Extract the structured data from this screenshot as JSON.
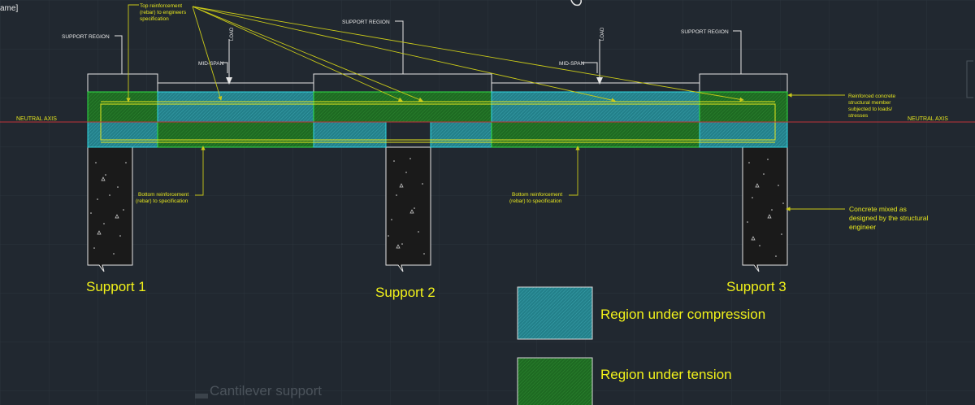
{
  "window_label": "ame]",
  "colors": {
    "background": "#212830",
    "grid": "#2b333c",
    "outline": "#e6e6e6",
    "compression_fill": "#23808a",
    "compression_stroke": "#2fd6e0",
    "tension_fill": "#1e6a22",
    "tension_stroke": "#2ee046",
    "rebar": "#e6e61e",
    "neutral_axis": "#c0343a",
    "leader": "#c9c919",
    "big_label": "#f2f21a"
  },
  "labels": {
    "top_reinforcement": [
      "Top reinforcement",
      "(rebar) to engineers",
      "specification"
    ],
    "load": "LOAD",
    "support_region": "SUPPORT REGION",
    "mid_span": "MID-SPAN",
    "neutral_axis": "NEUTRAL AXIS",
    "reinforced_concrete": [
      "Reinforced concrete",
      "structural member",
      "subjected to loads/",
      "stresses"
    ],
    "bottom_reinforcement": [
      "Bottom reinforcement",
      "(rebar) to specification"
    ],
    "concrete_mixed": [
      "Concrete mixed as",
      "designed by the structural",
      "engineer"
    ]
  },
  "supports": [
    "Support 1",
    "Support 2",
    "Support 3"
  ],
  "legend": {
    "compression": "Region under compression",
    "tension": "Region under tension"
  },
  "watermark": "Cantilever support"
}
